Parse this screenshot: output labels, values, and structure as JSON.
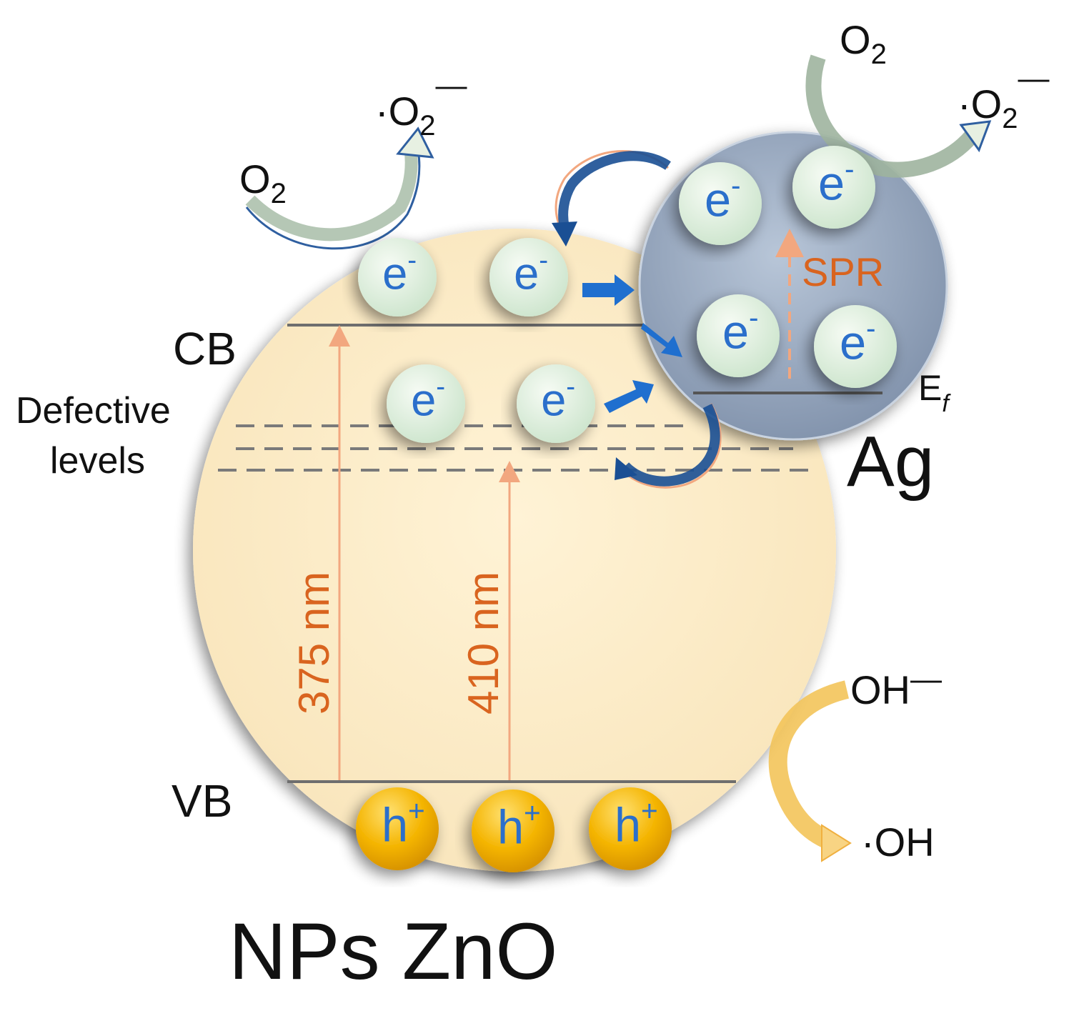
{
  "zno": {
    "name": "NPs ZnO",
    "cb_label": "CB",
    "vb_label": "VB",
    "defect_label_line1": "Defective",
    "defect_label_line2": "levels",
    "wavelength_1": "375 nm",
    "wavelength_2": "410 nm"
  },
  "ag": {
    "name": "Ag",
    "spr_label": "SPR",
    "fermi_label": "E",
    "fermi_sub": "f"
  },
  "particles": {
    "electron_base": "e",
    "electron_sup": "-",
    "hole_base": "h",
    "hole_sup": "+"
  },
  "reactions": {
    "o2_left": "O",
    "o2_left_sub": "2",
    "superoxide_left": "·O",
    "superoxide_left_sub": "2",
    "superoxide_left_sup": "—",
    "o2_right": "O",
    "o2_right_sub": "2",
    "superoxide_right": "·O",
    "superoxide_right_sub": "2",
    "superoxide_right_sup": "—",
    "hydroxide": "OH",
    "hydroxide_sup": "—",
    "hydroxyl_radical": "·OH"
  },
  "colors": {
    "zno_fill": "#fdefcc",
    "ag_fill": "#9fb0c8",
    "electron_fill": "#e3f3e0",
    "hole_fill": "#f5b800",
    "arrow_blue": "#1f6fcf",
    "excitation_orange": "#f2a77f",
    "label_orange": "#d9641f"
  }
}
